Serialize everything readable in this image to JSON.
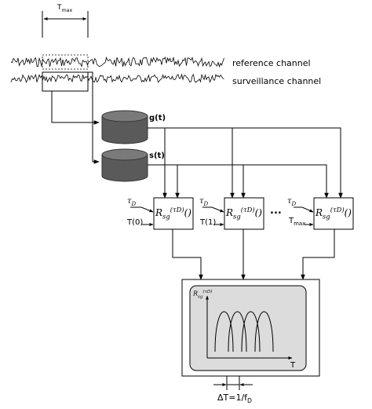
{
  "tmax": {
    "base": "T",
    "sub": "max"
  },
  "channels": {
    "reference": "reference channel",
    "surveillance": "surveillance channel"
  },
  "storage": {
    "g": "g(t)",
    "s": "s(t)"
  },
  "correlators": [
    {
      "tau_base": "τ",
      "tau_sub": "D",
      "t_label_base": "T(0)",
      "t_label_sub": "",
      "fn_base": "R",
      "fn_sub": "sg",
      "fn_sup": "(τD)",
      "fn_tail": "()"
    },
    {
      "tau_base": "τ",
      "tau_sub": "D",
      "t_label_base": "T(1)",
      "t_label_sub": "",
      "fn_base": "R",
      "fn_sub": "sg",
      "fn_sup": "(τD)",
      "fn_tail": "()"
    },
    {
      "tau_base": "τ",
      "tau_sub": "D",
      "t_label_base": "T",
      "t_label_sub": "max",
      "fn_base": "R",
      "fn_sub": "sg",
      "fn_sup": "(τD)",
      "fn_tail": "()"
    }
  ],
  "ellipsis": "...",
  "plot": {
    "ylabel_base": "R",
    "ylabel_sub": "sg",
    "ylabel_sup": "(τD)",
    "xlabel": "T",
    "lobes": 4
  },
  "delta": {
    "prefix": "ΔT=1/f",
    "sub": "D"
  },
  "colors": {
    "panel_fill": "#dcdcdc",
    "cylinder_fill": "#5a5a5a",
    "cylinder_top": "#7a7a7a",
    "line": "#000000"
  }
}
